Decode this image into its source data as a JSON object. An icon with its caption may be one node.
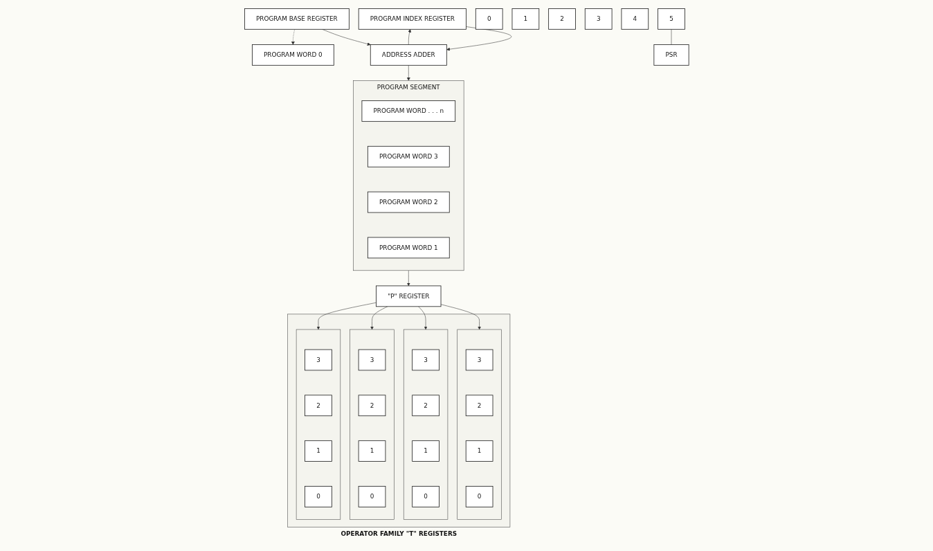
{
  "diagram": {
    "nodes": [
      {
        "text": [
          "PROGRAM SEGMENT"
        ]
      },
      {
        "text": [
          "PROGRAM WORD . . . n"
        ],
        "in": 0
      },
      {
        "text": [
          "PROGRAM WORD 3"
        ],
        "in": 0
      },
      {
        "text": [
          "PROGRAM WORD 2"
        ],
        "in": 0
      },
      {
        "text": [
          "PROGRAM WORD 1"
        ],
        "in": 0
      },
      {
        "text": [
          "PROGRAM WORD 0"
        ]
      },
      {
        "text": [
          "PROGRAM INDEX REGISTER"
        ]
      },
      {
        "text": [
          "PROGRAM BASE REGISTER"
        ]
      },
      {
        "text": [
          "ADDRESS ADDER"
        ]
      },
      {
        "text": [
          "\"P\" REGISTER"
        ]
      },
      {
        "text": [
          "0"
        ]
      },
      {
        "text": [
          "1"
        ]
      },
      {
        "text": [
          "2"
        ]
      },
      {
        "text": [
          "3"
        ]
      },
      {
        "text": [
          "4"
        ]
      },
      {
        "text": [
          "5"
        ]
      },
      {
        "text": [
          "PSR"
        ]
      },
      {
        "text": [
          "OPERATOR FAMILY \"T\" REGISTERS"
        ]
      },
      {
        "text": [],
        "shape": "box",
        "in": 17
      },
      {
        "text": [
          "3"
        ],
        "in": 18
      },
      {
        "text": [
          "2"
        ],
        "in": 18
      },
      {
        "text": [
          "1"
        ],
        "in": 18
      },
      {
        "text": [
          "0"
        ],
        "in": 18
      },
      {
        "text": [],
        "shape": "box",
        "in": 17
      },
      {
        "text": [
          "3"
        ],
        "in": 23
      },
      {
        "text": [
          "2"
        ],
        "in": 23
      },
      {
        "text": [
          "1"
        ],
        "in": 23
      },
      {
        "text": [
          "0"
        ],
        "in": 23
      },
      {
        "text": [],
        "shape": "box",
        "in": 17
      },
      {
        "text": [
          "3"
        ],
        "in": 28
      },
      {
        "text": [
          "2"
        ],
        "in": 28
      },
      {
        "text": [
          "1"
        ],
        "in": 28
      },
      {
        "text": [
          "0"
        ],
        "in": 28
      },
      {
        "text": [],
        "shape": "box",
        "in": 17
      },
      {
        "text": [
          "3"
        ],
        "in": 33
      },
      {
        "text": [
          "2"
        ],
        "in": 33
      },
      {
        "text": [
          "1"
        ],
        "in": 33
      },
      {
        "text": [
          "0"
        ],
        "in": 33
      }
    ],
    "edges": [
      {
        "from": 8,
        "to": 0,
        "arrow": "to"
      },
      {
        "from": 8,
        "to": 6,
        "arrow": "to"
      },
      {
        "from": 6,
        "to": 8,
        "arrow": "to"
      },
      {
        "from": 7,
        "to": 8,
        "arrow": "to"
      },
      {
        "from": 7,
        "to": 5,
        "arrow": "to",
        "style": "dashed"
      },
      {
        "from": 0,
        "to": 9,
        "arrow": "to"
      },
      {
        "from": 15,
        "to": 16,
        "arrow": "none"
      },
      {
        "from": 9,
        "to": 18,
        "arrow": "to"
      },
      {
        "from": 9,
        "to": 23,
        "arrow": "to"
      },
      {
        "from": 9,
        "to": 28,
        "arrow": "to"
      },
      {
        "from": 9,
        "to": 33,
        "arrow": "to"
      }
    ]
  }
}
